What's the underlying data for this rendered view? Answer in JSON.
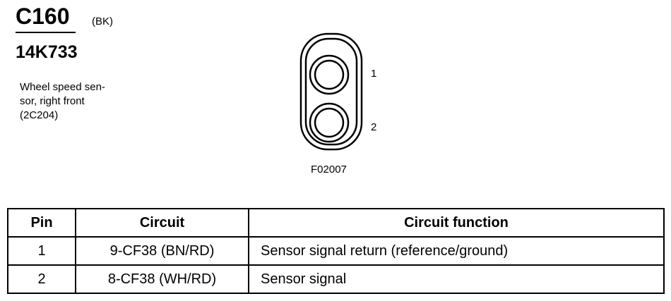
{
  "connector": {
    "id": "C160",
    "color_code": "(BK)",
    "part_number": "14K733",
    "description_lines": [
      "Wheel speed sen-",
      "sor, right front",
      "(2C204)"
    ]
  },
  "diagram": {
    "figure_id": "F02007",
    "pins": [
      "1",
      "2"
    ]
  },
  "table": {
    "headers": [
      "Pin",
      "Circuit",
      "Circuit function"
    ],
    "rows": [
      [
        "1",
        "9-CF38 (BN/RD)",
        "Sensor signal return (reference/ground)"
      ],
      [
        "2",
        "8-CF38 (WH/RD)",
        "Sensor signal"
      ]
    ]
  }
}
